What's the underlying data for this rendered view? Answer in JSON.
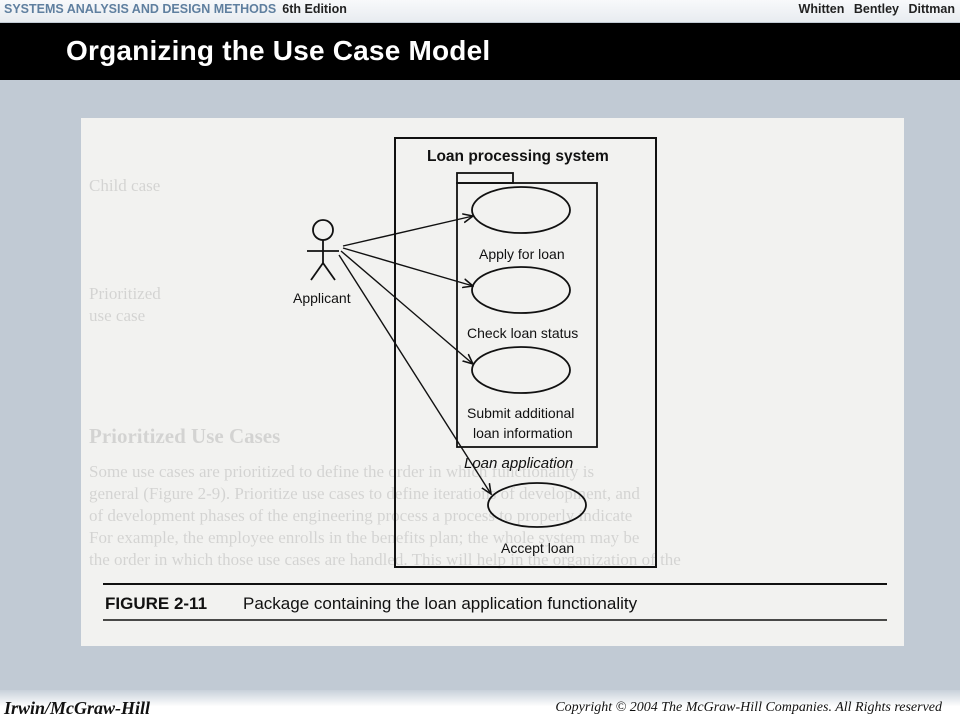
{
  "header": {
    "book_title": "SYSTEMS ANALYSIS AND DESIGN METHODS",
    "edition": "6th Edition",
    "authors": "Whitten Bentley Dittman"
  },
  "slide": {
    "title": "Organizing the Use Case Model"
  },
  "figure": {
    "system_label": "Loan processing system",
    "actor": "Applicant",
    "use_cases": [
      "Apply for loan",
      "Check loan status",
      "Submit additional",
      "loan information",
      "Accept loan"
    ],
    "package_label": "Loan application",
    "caption_number": "FIGURE 2-11",
    "caption_text": "Package containing the loan application functionality",
    "background_text": [
      "Child case",
      "Prioritized",
      "use case",
      "Prioritized Use Cases",
      "Some use cases are prioritized to define the order in which functionality is",
      "general (Figure 2-9). Prioritize use cases to define iterations of development, and",
      "of development phases of the engineering process a process to properly indicate",
      "For example, the employee enrolls in the benefits plan; the whole system may be",
      "the order in which those use cases are handled. This will help in the organization of the"
    ]
  },
  "footer": {
    "publisher": "Irwin/McGraw-Hill",
    "copyright": "Copyright © 2004 The McGraw-Hill Companies. All Rights reserved"
  }
}
